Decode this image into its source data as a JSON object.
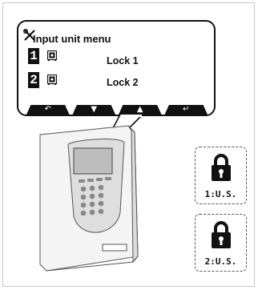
{
  "lcd": {
    "title": "Input unit menu",
    "rows": [
      {
        "number": "1",
        "label": "Lock 1"
      },
      {
        "number": "2",
        "label": "Lock 2"
      }
    ],
    "softkeys": [
      {
        "icon": "back-icon",
        "glyph": "↶"
      },
      {
        "icon": "down-icon",
        "glyph": "▼"
      },
      {
        "icon": "up-icon",
        "glyph": "▲"
      },
      {
        "icon": "enter-icon",
        "glyph": "↵"
      }
    ]
  },
  "locks": [
    {
      "label": "1:U.S."
    },
    {
      "label": "2:U.S."
    }
  ]
}
